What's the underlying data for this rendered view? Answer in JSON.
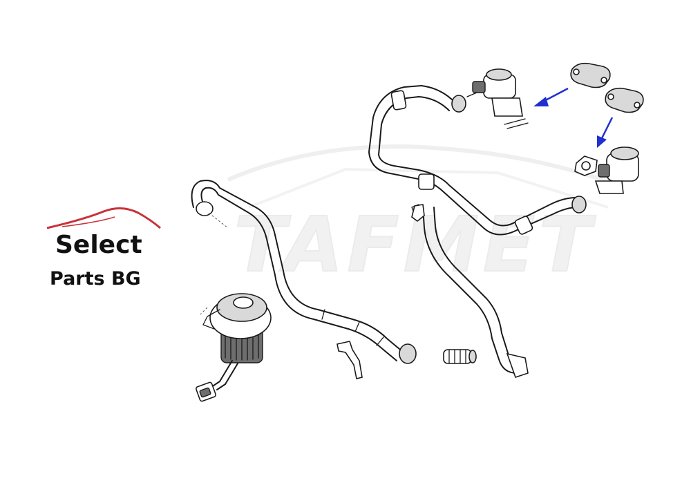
{
  "logo": {
    "line1": "Select",
    "line2": "Parts BG",
    "accent_color": "#c8323a"
  },
  "watermark": {
    "text": "TAFMET"
  },
  "colors": {
    "line": "#1a1a1a",
    "arrow": "#1f2fd0"
  },
  "parts": [
    "secondary-air-pump",
    "coolant-hose-left",
    "hose-upper",
    "hose-lower",
    "combination-valve-top",
    "combination-valve-right",
    "blanking-plate-top",
    "blanking-plate-right",
    "gasket",
    "bracket-left",
    "bracket-mid",
    "hose-clamp"
  ]
}
